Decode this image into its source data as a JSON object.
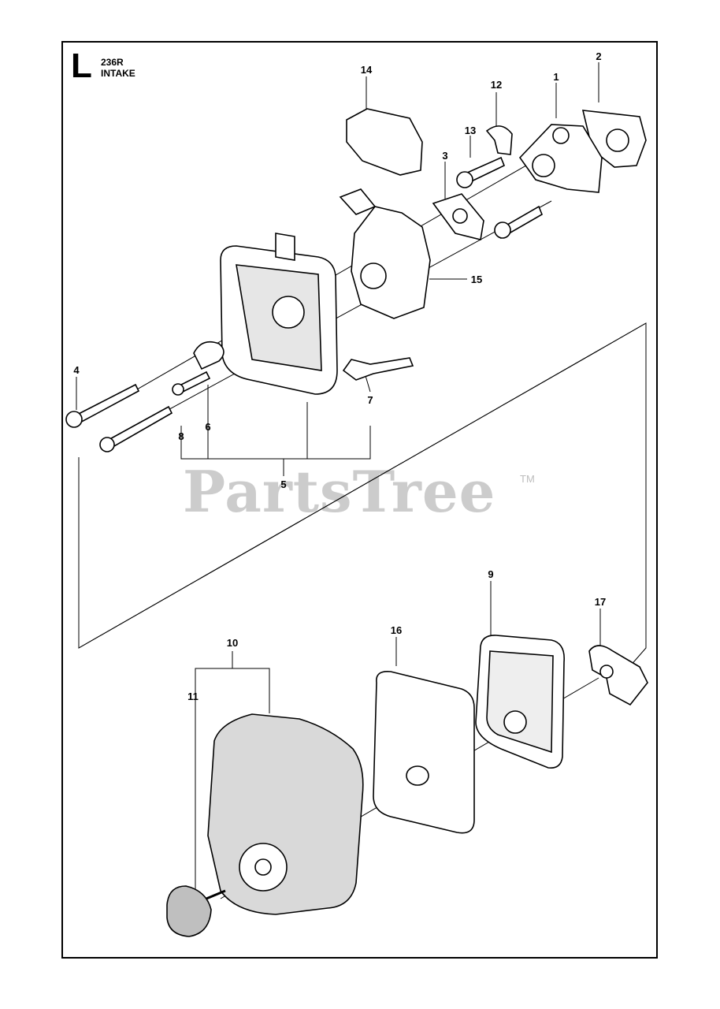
{
  "header": {
    "sheet_letter": "L",
    "model": "236R",
    "section": "INTAKE"
  },
  "watermark": {
    "brand": "PartsTree",
    "trademark": "TM"
  },
  "callouts": [
    "1",
    "2",
    "3",
    "4",
    "5",
    "6",
    "7",
    "8",
    "9",
    "10",
    "11",
    "12",
    "13",
    "14",
    "15",
    "16",
    "17"
  ],
  "parts": [
    {
      "ref": "1",
      "name": "intake-manifold"
    },
    {
      "ref": "2",
      "name": "gasket"
    },
    {
      "ref": "3",
      "name": "carburetor-gasket"
    },
    {
      "ref": "4",
      "name": "bolt"
    },
    {
      "ref": "5",
      "name": "filter-holder-assembly"
    },
    {
      "ref": "6",
      "name": "choke-plate"
    },
    {
      "ref": "7",
      "name": "choke-lever"
    },
    {
      "ref": "8",
      "name": "screw"
    },
    {
      "ref": "9",
      "name": "air-filter"
    },
    {
      "ref": "10",
      "name": "air-filter-cover"
    },
    {
      "ref": "11",
      "name": "knob"
    },
    {
      "ref": "12",
      "name": "clip"
    },
    {
      "ref": "13",
      "name": "screw"
    },
    {
      "ref": "14",
      "name": "cover"
    },
    {
      "ref": "15",
      "name": "carburetor"
    },
    {
      "ref": "16",
      "name": "filter-element"
    },
    {
      "ref": "17",
      "name": "bracket"
    }
  ],
  "colors": {
    "ink": "#000000",
    "watermark": "#cccccc",
    "paper": "#ffffff",
    "part_fill": "#d9d9d9"
  }
}
